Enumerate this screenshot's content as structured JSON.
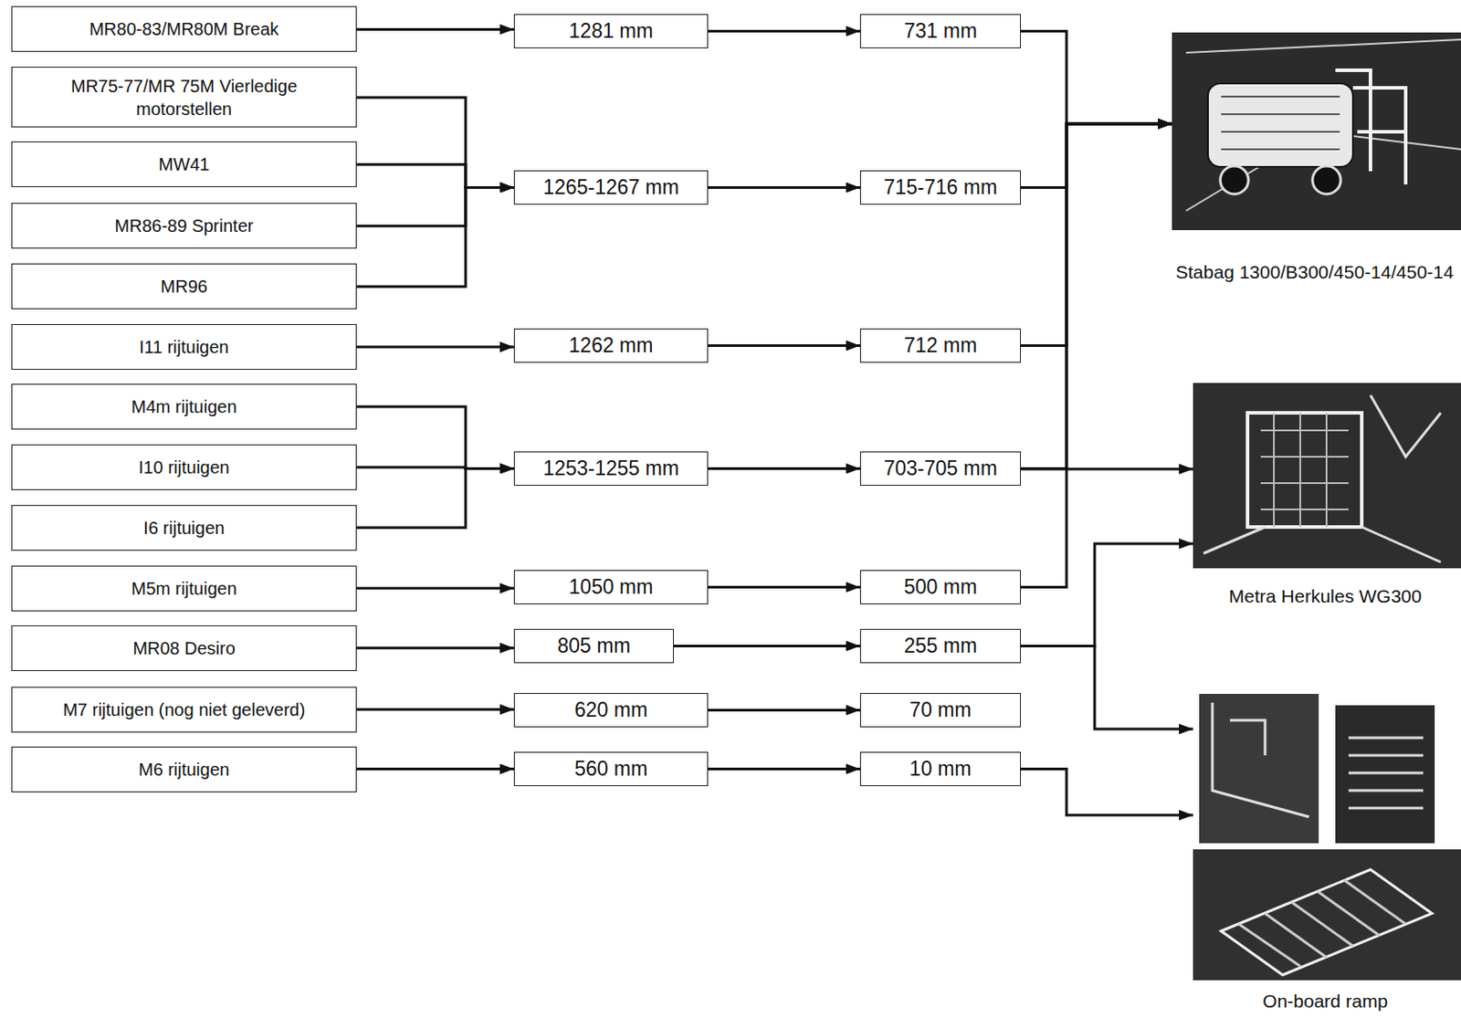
{
  "diagram": {
    "nodes": [
      {
        "text": [
          "MR80-83/MR80M Break"
        ]
      },
      {
        "text": [
          "MR75-77/MR 75M Vierledige motorstellen"
        ]
      },
      {
        "text": [
          "MW41"
        ]
      },
      {
        "text": [
          "MR86-89 Sprinter"
        ]
      },
      {
        "text": [
          "MR96"
        ]
      },
      {
        "text": [
          "I11 rijtuigen"
        ]
      },
      {
        "text": [
          "M4m rijtuigen"
        ]
      },
      {
        "text": [
          "I10 rijtuigen"
        ]
      },
      {
        "text": [
          "I6 rijtuigen"
        ]
      },
      {
        "text": [
          "M5m rijtuigen"
        ]
      },
      {
        "text": [
          "MR08 Desiro"
        ]
      },
      {
        "text": [
          "M7 rijtuigen (nog niet geleverd)"
        ]
      },
      {
        "text": [
          "M6 rijtuigen"
        ]
      },
      {
        "text": [
          "1281 mm"
        ]
      },
      {
        "text": [
          "1265-1267 mm"
        ]
      },
      {
        "text": [
          "1262 mm"
        ]
      },
      {
        "text": [
          "1253-1255 mm"
        ]
      },
      {
        "text": [
          "1050 mm"
        ]
      },
      {
        "text": [
          "805 mm"
        ]
      },
      {
        "text": [
          "620 mm"
        ]
      },
      {
        "text": [
          "560 mm"
        ]
      },
      {
        "text": [
          "731 mm"
        ]
      },
      {
        "text": [
          "715-716 mm"
        ]
      },
      {
        "text": [
          "712 mm"
        ]
      },
      {
        "text": [
          "703-705 mm"
        ]
      },
      {
        "text": [
          "500 mm"
        ]
      },
      {
        "text": [
          "255 mm"
        ]
      },
      {
        "text": [
          "70 mm"
        ]
      },
      {
        "text": [
          "10 mm"
        ]
      },
      {
        "text": [
          "Stabag 1300/B300/450-14/450-14"
        ]
      },
      {
        "text": [
          "Metra Herkules WG300"
        ]
      },
      {
        "text": [
          "On-board ramp"
        ]
      }
    ],
    "edges": [
      {
        "from": 0,
        "to": 13,
        "arrow": "to"
      },
      {
        "from": 1,
        "to": 14,
        "arrow": "to"
      },
      {
        "from": 2,
        "to": 14,
        "arrow": "to"
      },
      {
        "from": 3,
        "to": 14,
        "arrow": "to"
      },
      {
        "from": 4,
        "to": 14,
        "arrow": "to"
      },
      {
        "from": 5,
        "to": 15,
        "arrow": "to"
      },
      {
        "from": 6,
        "to": 16,
        "arrow": "to"
      },
      {
        "from": 7,
        "to": 16,
        "arrow": "to"
      },
      {
        "from": 8,
        "to": 16,
        "arrow": "to"
      },
      {
        "from": 9,
        "to": 17,
        "arrow": "to"
      },
      {
        "from": 10,
        "to": 18,
        "arrow": "to"
      },
      {
        "from": 11,
        "to": 19,
        "arrow": "to"
      },
      {
        "from": 12,
        "to": 20,
        "arrow": "to"
      },
      {
        "from": 13,
        "to": 21,
        "arrow": "to"
      },
      {
        "from": 14,
        "to": 22,
        "arrow": "to"
      },
      {
        "from": 15,
        "to": 23,
        "arrow": "to"
      },
      {
        "from": 16,
        "to": 24,
        "arrow": "to"
      },
      {
        "from": 17,
        "to": 25,
        "arrow": "to"
      },
      {
        "from": 18,
        "to": 26,
        "arrow": "to"
      },
      {
        "from": 19,
        "to": 27,
        "arrow": "to"
      },
      {
        "from": 20,
        "to": 28,
        "arrow": "to"
      },
      {
        "from": 21,
        "to": 29,
        "arrow": "to"
      },
      {
        "from": 22,
        "to": 29,
        "arrow": "to"
      },
      {
        "from": 23,
        "to": 29,
        "arrow": "to"
      },
      {
        "from": 24,
        "to": 29,
        "arrow": "to"
      },
      {
        "from": 25,
        "to": 29,
        "arrow": "to"
      },
      {
        "from": 24,
        "to": 30,
        "arrow": "to"
      },
      {
        "from": 26,
        "to": 30,
        "arrow": "to"
      },
      {
        "from": 26,
        "to": 31,
        "arrow": "to"
      },
      {
        "from": 28,
        "to": 31,
        "arrow": "to"
      }
    ]
  }
}
